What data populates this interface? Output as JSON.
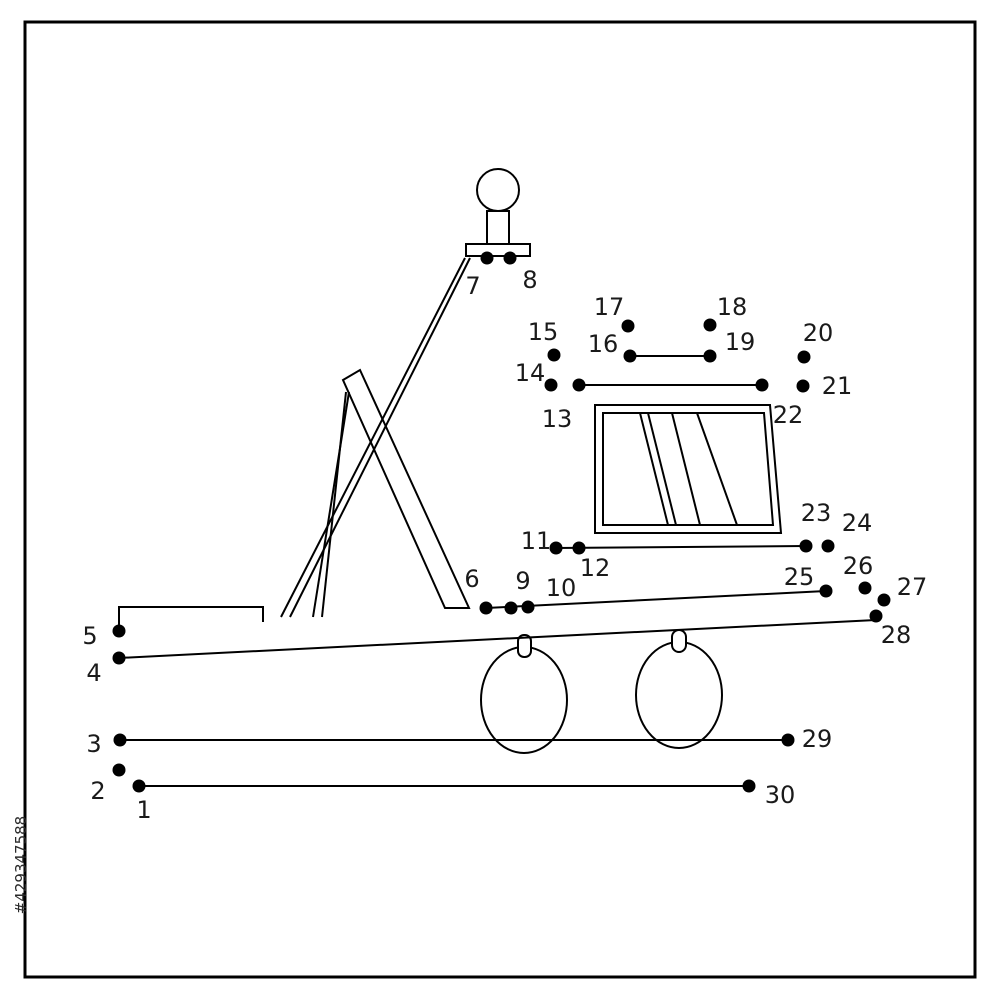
{
  "puzzle": {
    "dots": [
      {
        "n": "1"
      },
      {
        "n": "2"
      },
      {
        "n": "3"
      },
      {
        "n": "4"
      },
      {
        "n": "5"
      },
      {
        "n": "6"
      },
      {
        "n": "7"
      },
      {
        "n": "8"
      },
      {
        "n": "9"
      },
      {
        "n": "10"
      },
      {
        "n": "11"
      },
      {
        "n": "12"
      },
      {
        "n": "13"
      },
      {
        "n": "14"
      },
      {
        "n": "15"
      },
      {
        "n": "16"
      },
      {
        "n": "17"
      },
      {
        "n": "18"
      },
      {
        "n": "19"
      },
      {
        "n": "20"
      },
      {
        "n": "21"
      },
      {
        "n": "22"
      },
      {
        "n": "23"
      },
      {
        "n": "24"
      },
      {
        "n": "25"
      },
      {
        "n": "26"
      },
      {
        "n": "27"
      },
      {
        "n": "28"
      },
      {
        "n": "29"
      },
      {
        "n": "30"
      }
    ],
    "stroke_color": "#000000",
    "background_color": "#ffffff"
  },
  "watermark": {
    "id_text": "#429347588"
  }
}
